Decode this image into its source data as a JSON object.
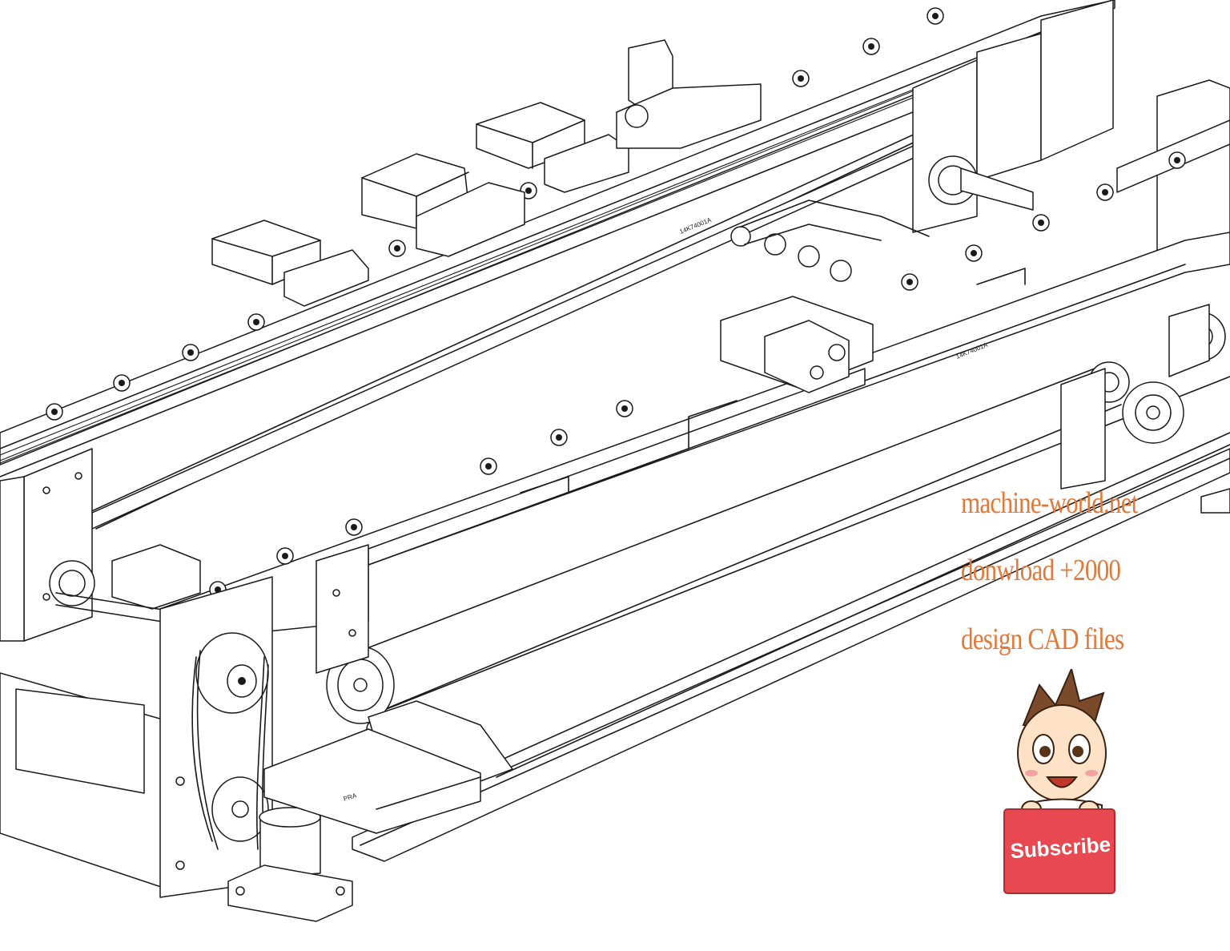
{
  "drawing": {
    "part_label_upper_beam": "14K74001A",
    "part_label_lower_beam": "14K74001A",
    "part_label_small": "PRA"
  },
  "watermark": {
    "line1": "machine-world.net",
    "line2": "donwload +2000",
    "line3": "design CAD files",
    "color": "#e07a3a"
  },
  "subscribe": {
    "label": "Subscribe !",
    "color": "#e8484f",
    "icon": "cartoon-boy-icon"
  }
}
